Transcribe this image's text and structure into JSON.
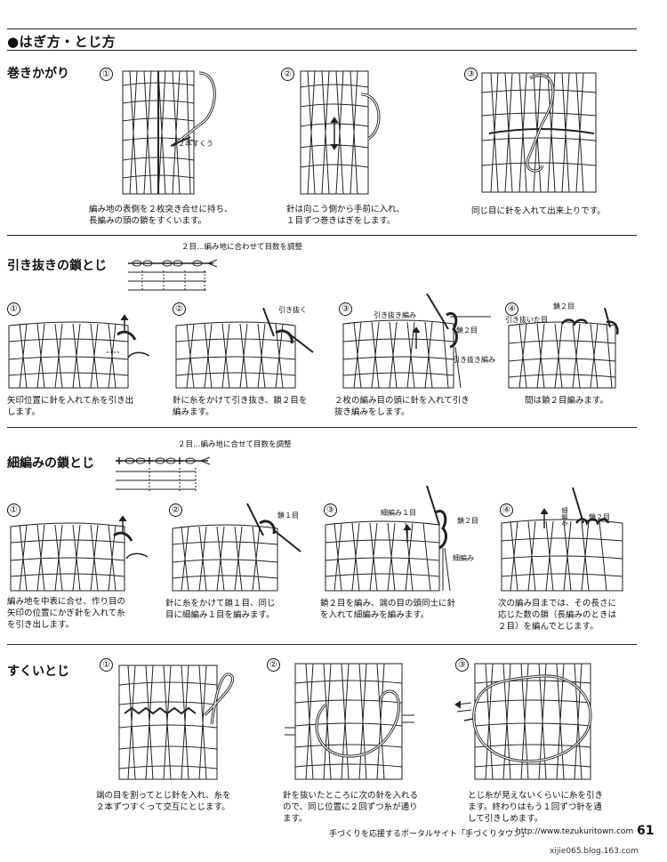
{
  "page_title": "●はぎ方・とじ方",
  "sections": {
    "maki": {
      "title": "巻きかがり",
      "steps": [
        {
          "num": "①",
          "caption": "編み地の表側を２枚突き合せに持ち、\n長編みの頭の鎖をすくいます。",
          "label": "２本すくう"
        },
        {
          "num": "②",
          "caption": "針は向こう側から手前に入れ、\n１目ずつ巻きはぎをします。"
        },
        {
          "num": "③",
          "caption": "同じ目に針を入れて出来上りです。"
        }
      ]
    },
    "hikinuki": {
      "title": "引き抜きの鎖とじ",
      "diagram_note": "２目…編み地に合わせて目数を調整",
      "steps": [
        {
          "num": "①",
          "caption": "矢印位置に針を入れて糸を引き出\nします。"
        },
        {
          "num": "②",
          "caption": "針に糸をかけて引き抜き、鎖２目を\n編みます。",
          "label": "引き抜く"
        },
        {
          "num": "③",
          "caption": "２枚の編み目の頭に針を入れて引き\n抜き編みをします。",
          "labels": [
            "引き抜き編み",
            "鎖２目",
            "引き抜き編み"
          ]
        },
        {
          "num": "④",
          "caption": "間は鎖２目編みます。",
          "labels": [
            "鎖２目",
            "引き抜いた目"
          ]
        }
      ]
    },
    "komaami": {
      "title": "細編みの鎖とじ",
      "diagram_note": "２目…編み地に合せて目数を調整",
      "steps": [
        {
          "num": "①",
          "caption": "編み地を中表に合せ、作り目の\n矢印の位置にかぎ針を入れて糸\nを引き出します。"
        },
        {
          "num": "②",
          "caption": "針に糸をかけて鎖１目、同じ\n目に細編み１目を編みます。",
          "label": "鎖１目"
        },
        {
          "num": "③",
          "caption": "鎖２目を編み、端の目の頭同士に針\nを入れて細編みを編みます。",
          "labels": [
            "細編み１目",
            "鎖２目",
            "細編み"
          ]
        },
        {
          "num": "④",
          "caption": "次の編み目までは、その長さに\n応じた数の鎖（長編みのときは\n２目）を編んでとじます。",
          "labels": [
            "細編み",
            "鎖２目"
          ]
        }
      ]
    },
    "sukui": {
      "title": "すくいとじ",
      "steps": [
        {
          "num": "①",
          "caption": "端の目を割ってとじ針を入れ、糸を\n２本ずつすくって交互にとじます。"
        },
        {
          "num": "②",
          "caption": "針を抜いたところに次の針を入れる\nので、同じ位置に２回ずつ糸が通り\nます。"
        },
        {
          "num": "③",
          "caption": "とじ糸が見えないくらいに糸を引き\nます。終わりはもう１回ずつ針を通\nして引きしめます。"
        }
      ]
    }
  },
  "footer": {
    "text": "手づくりを応援するポータルサイト「手づくりタウン」",
    "url": "http://www.tezukuritown.com",
    "page_number": "61"
  },
  "watermark": "xijie065.blog.163.com"
}
